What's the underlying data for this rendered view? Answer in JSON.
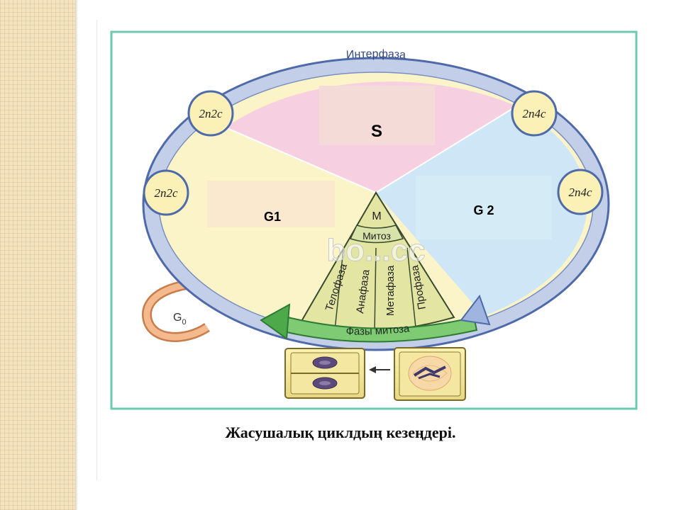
{
  "diagram": {
    "phases": {
      "s": "S",
      "g1": "G1",
      "g2": "G 2"
    },
    "interphase_label": "Интерфаза",
    "left_circles": [
      "2n2c",
      "2n2c"
    ],
    "right_circles": [
      "2n4c",
      "2n4c"
    ],
    "mitosis": {
      "m_label": "M",
      "band_label": "Митоз",
      "stages": [
        "Телофаза",
        "Анафаза",
        "Метафаза",
        "Профаза"
      ],
      "arrow_label": "Фазы  митоза"
    },
    "g0_label": "G",
    "g0_subscript": "0",
    "watermark": "bo...cc"
  },
  "caption": "Жасушалық циклдың кезеңдері."
}
